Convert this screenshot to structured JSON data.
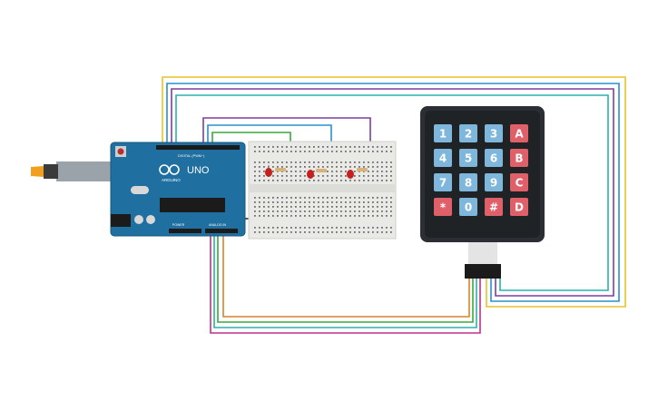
{
  "arduino": {
    "brand": "ARDUINO",
    "model": "UNO",
    "digital_header_label": "DIGITAL (PWM~)",
    "power_header_label": "POWER",
    "analog_header_label": "ANALOG IN",
    "board_color": "#1f6fa0"
  },
  "keypad": {
    "keys": [
      {
        "label": "1",
        "kind": "num"
      },
      {
        "label": "2",
        "kind": "num"
      },
      {
        "label": "3",
        "kind": "num"
      },
      {
        "label": "A",
        "kind": "letter"
      },
      {
        "label": "4",
        "kind": "num"
      },
      {
        "label": "5",
        "kind": "num"
      },
      {
        "label": "6",
        "kind": "num"
      },
      {
        "label": "B",
        "kind": "letter"
      },
      {
        "label": "7",
        "kind": "num"
      },
      {
        "label": "8",
        "kind": "num"
      },
      {
        "label": "9",
        "kind": "num"
      },
      {
        "label": "C",
        "kind": "letter"
      },
      {
        "label": "*",
        "kind": "letter"
      },
      {
        "label": "0",
        "kind": "num"
      },
      {
        "label": "#",
        "kind": "letter"
      },
      {
        "label": "D",
        "kind": "letter"
      }
    ],
    "num_color": "#7fb6dc",
    "letter_color": "#e0606a",
    "body_color": "#2b2f33"
  },
  "wire_colors": {
    "yellow": "#e6c22a",
    "blue": "#2a8fd0",
    "purple": "#7b3fa0",
    "green": "#3aa83a",
    "orange": "#d9822b",
    "teal": "#2bb0b0",
    "magenta": "#c0308a",
    "black": "#222222"
  },
  "led_color": "#c42020"
}
